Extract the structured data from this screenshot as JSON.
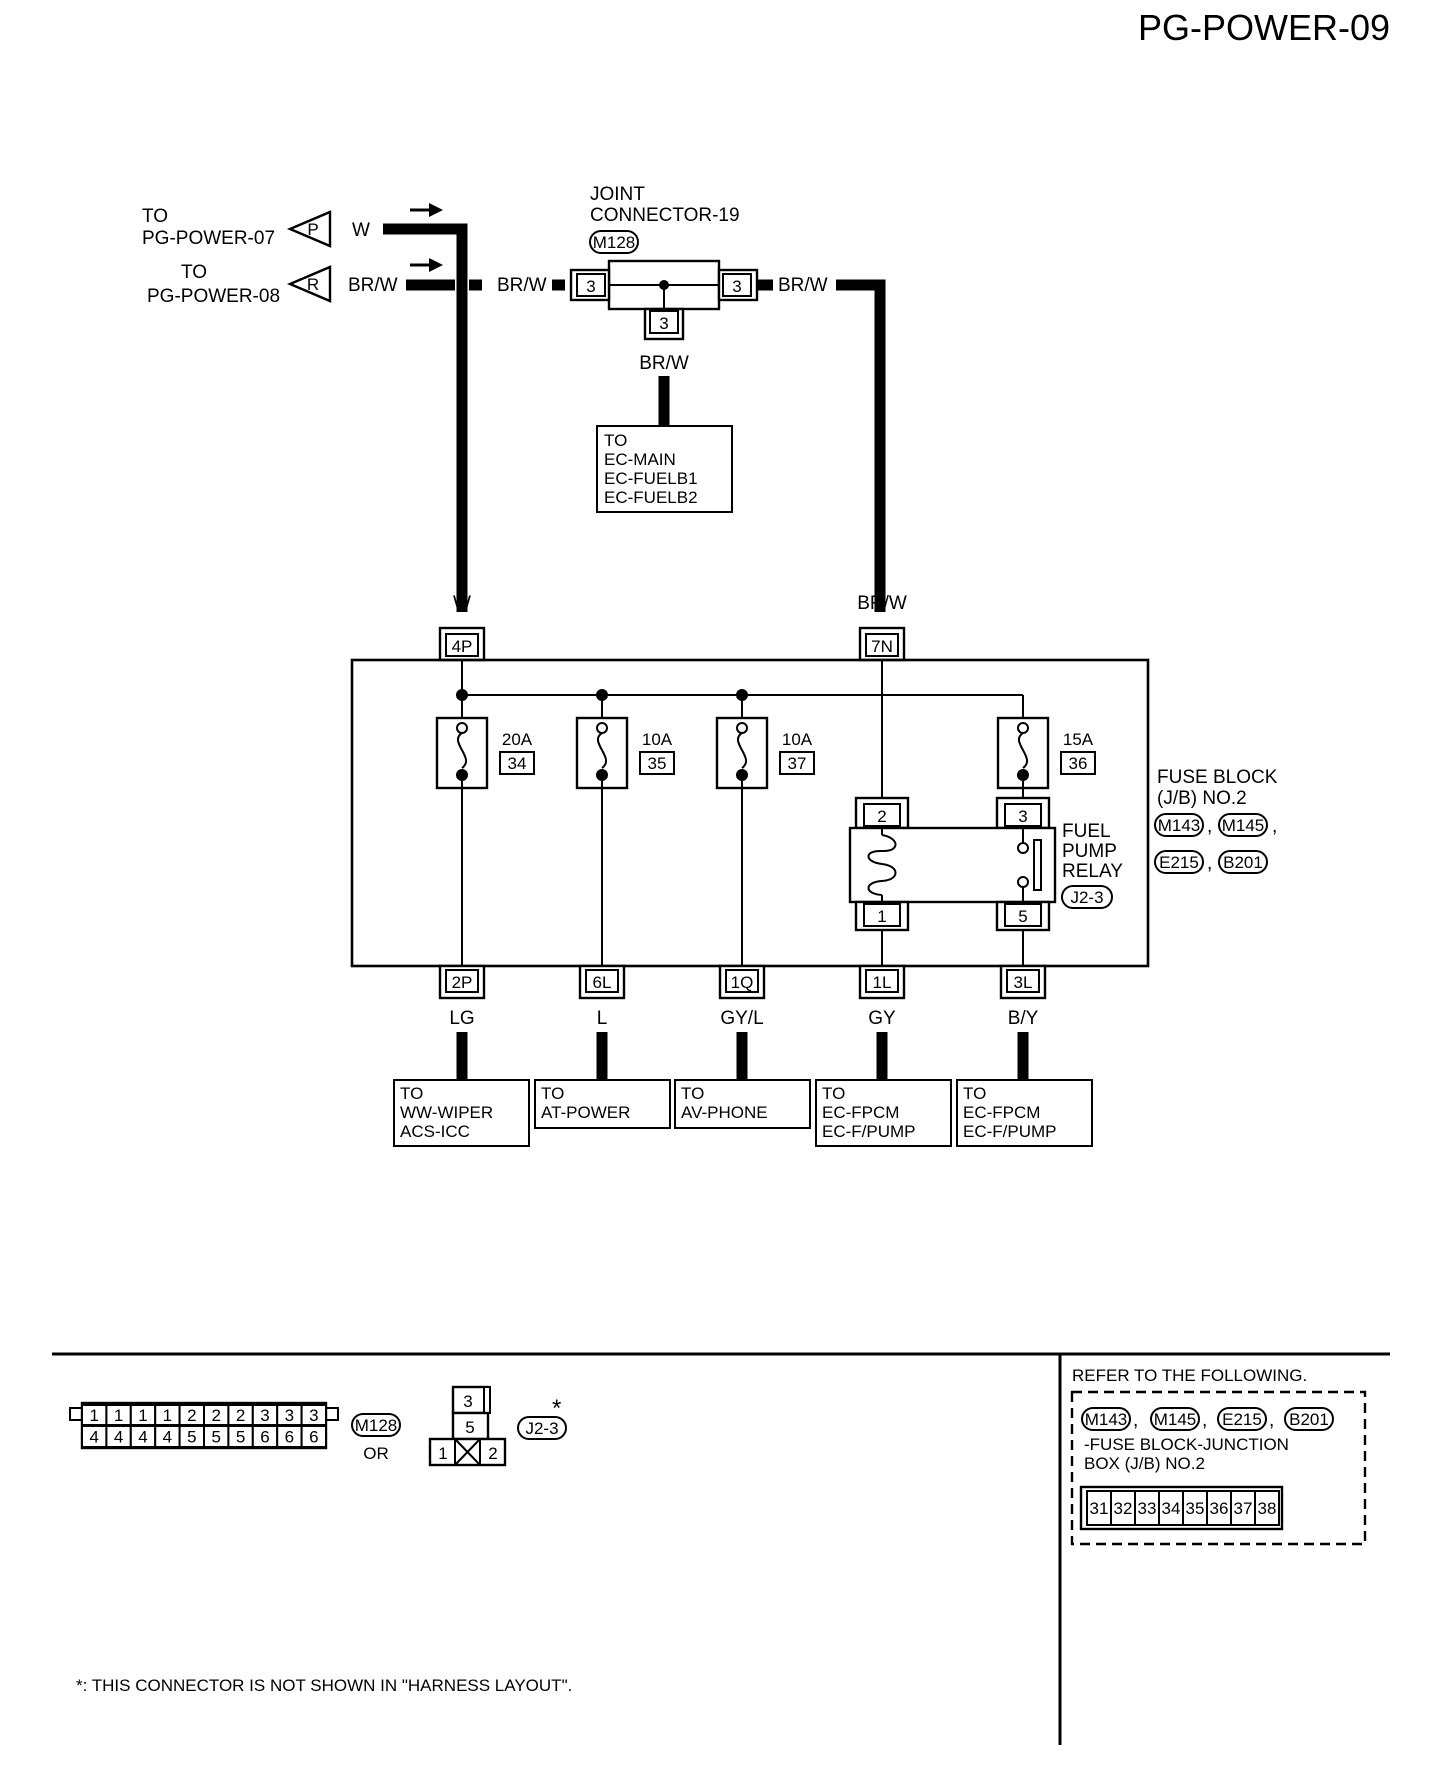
{
  "page_id": "PG-POWER-09",
  "sources": [
    {
      "to": "TO",
      "ref": "PG-POWER-07",
      "marker": "P",
      "wire": "W"
    },
    {
      "to": "TO",
      "ref": "PG-POWER-08",
      "marker": "R",
      "wire": "BR/W"
    }
  ],
  "joint_connector": {
    "title_line1": "JOINT",
    "title_line2": "CONNECTOR-19",
    "code": "M128",
    "pin_left": "3",
    "pin_right": "3",
    "pin_bottom": "3",
    "wire_in": "BR/W",
    "wire_out": "BR/W",
    "wire_down": "BR/W"
  },
  "ec_box": {
    "lines": [
      "TO",
      "EC-MAIN",
      "EC-FUELB1",
      "EC-FUELB2"
    ]
  },
  "inputs": [
    {
      "wire": "W",
      "terminal": "4P"
    },
    {
      "wire": "BR/W",
      "terminal": "7N"
    }
  ],
  "fuses": [
    {
      "rating": "20A",
      "number": "34"
    },
    {
      "rating": "10A",
      "number": "35"
    },
    {
      "rating": "10A",
      "number": "37"
    },
    {
      "rating": "15A",
      "number": "36"
    }
  ],
  "relay": {
    "name_lines": [
      "FUEL",
      "PUMP",
      "RELAY"
    ],
    "code": "J2-3",
    "pins": {
      "top_left": "2",
      "top_right": "3",
      "bottom_left": "1",
      "bottom_right": "5"
    }
  },
  "fuse_block": {
    "title_lines": [
      "FUSE BLOCK",
      "(J/B) NO.2"
    ],
    "codes": [
      "M143",
      "M145",
      "E215",
      "B201"
    ]
  },
  "outputs": [
    {
      "terminal": "2P",
      "wire": "LG",
      "dest": [
        "TO",
        "WW-WIPER",
        "ACS-ICC"
      ]
    },
    {
      "terminal": "6L",
      "wire": "L",
      "dest": [
        "TO",
        "AT-POWER"
      ]
    },
    {
      "terminal": "1Q",
      "wire": "GY/L",
      "dest": [
        "TO",
        "AV-PHONE"
      ]
    },
    {
      "terminal": "1L",
      "wire": "GY",
      "dest": [
        "TO",
        "EC-FPCM",
        "EC-F/PUMP"
      ]
    },
    {
      "terminal": "3L",
      "wire": "B/Y",
      "dest": [
        "TO",
        "EC-FPCM",
        "EC-F/PUMP"
      ]
    }
  ],
  "legend": {
    "m128_top": [
      "1",
      "1",
      "1",
      "1",
      "2",
      "2",
      "2",
      "3",
      "3",
      "3"
    ],
    "m128_bottom": [
      "4",
      "4",
      "4",
      "4",
      "5",
      "5",
      "5",
      "6",
      "6",
      "6"
    ],
    "m128_code": "M128",
    "or_label": "OR",
    "j23_pins": {
      "top": "3",
      "middle": "5",
      "left": "1",
      "right": "2"
    },
    "j23_code": "J2-3",
    "asterisk": "*",
    "footnote": "*: THIS CONNECTOR IS NOT SHOWN IN \"HARNESS LAYOUT\".",
    "refer_title": "REFER TO THE FOLLOWING.",
    "refer_codes": [
      "M143",
      "M145",
      "E215",
      "B201"
    ],
    "refer_desc_lines": [
      "-FUSE BLOCK-JUNCTION",
      "BOX (J/B) NO.2"
    ],
    "fuse_slots": [
      "31",
      "32",
      "33",
      "34",
      "35",
      "36",
      "37",
      "38"
    ]
  }
}
